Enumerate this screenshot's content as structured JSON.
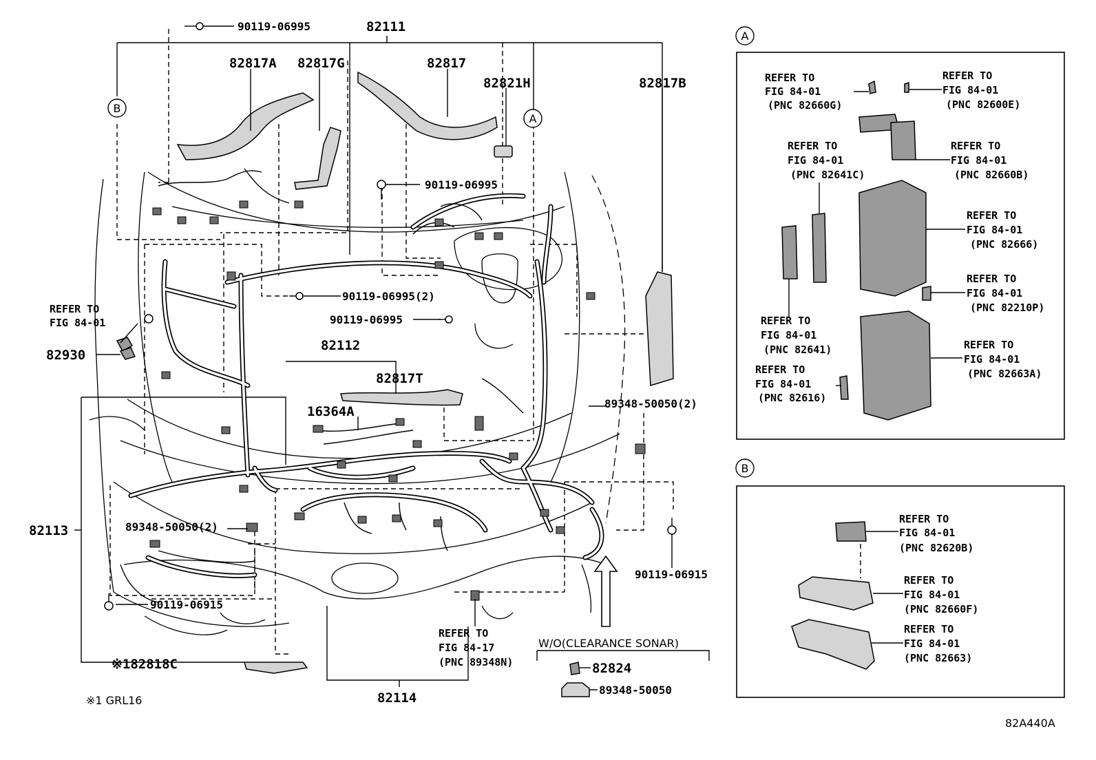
{
  "diagram_code": "82A440A",
  "footnote": "※1 GRL16",
  "main_labels": {
    "p82111": "82111",
    "p82817A": "82817A",
    "p82817G": "82817G",
    "p82817": "82817",
    "p82821H": "82821H",
    "p82817B": "82817B",
    "p82930": "82930",
    "p82112": "82112",
    "p82817T": "82817T",
    "p16364A": "16364A",
    "p82113": "82113",
    "p82114": "82114",
    "p82818C": "※182818C",
    "p82824": "82824",
    "c89348_50050": "89348-50050",
    "c89348_50050_2a": "89348-50050(2)",
    "c89348_50050_2b": "89348-50050(2)",
    "b90119_06995_top": "90119-06995",
    "b90119_06995_mid": "90119-06995",
    "b90119_06995_2": "90119-06995(2)",
    "b90119_06995_low": "90119-06995",
    "b90119_06915_left": "90119-06915",
    "b90119_06915_right": "90119-06915",
    "wo_clearance_sonar": "W/O(CLEARANCE SONAR)"
  },
  "callouts": {
    "A": "A",
    "B": "B"
  },
  "refer_main": [
    {
      "line1": "REFER TO",
      "line2": "FIG 84-01",
      "line3": ""
    },
    {
      "line1": "REFER TO",
      "line2": "FIG 84-17",
      "line3": "(PNC 89348N)"
    }
  ],
  "refer_a": [
    {
      "line1": "REFER TO",
      "line2": "FIG 84-01",
      "line3": "(PNC 82660G)"
    },
    {
      "line1": "REFER TO",
      "line2": "FIG 84-01",
      "line3": "(PNC 82600E)"
    },
    {
      "line1": "REFER TO",
      "line2": "FIG 84-01",
      "line3": "(PNC 82641C)"
    },
    {
      "line1": "REFER TO",
      "line2": "FIG 84-01",
      "line3": "(PNC 82660B)"
    },
    {
      "line1": "REFER TO",
      "line2": "FIG 84-01",
      "line3": "(PNC 82666)"
    },
    {
      "line1": "REFER TO",
      "line2": "FIG 84-01",
      "line3": "(PNC 82210P)"
    },
    {
      "line1": "REFER TO",
      "line2": "FIG 84-01",
      "line3": "(PNC 82641)"
    },
    {
      "line1": "REFER TO",
      "line2": "FIG 84-01",
      "line3": "(PNC 82663A)"
    },
    {
      "line1": "REFER TO",
      "line2": "FIG 84-01",
      "line3": "(PNC 82616)"
    }
  ],
  "refer_b": [
    {
      "line1": "REFER TO",
      "line2": "FIG 84-01",
      "line3": "(PNC 82620B)"
    },
    {
      "line1": "REFER TO",
      "line2": "FIG 84-01",
      "line3": "(PNC 82660F)"
    },
    {
      "line1": "REFER TO",
      "line2": "FIG 84-01",
      "line3": "(PNC 82663)"
    }
  ]
}
